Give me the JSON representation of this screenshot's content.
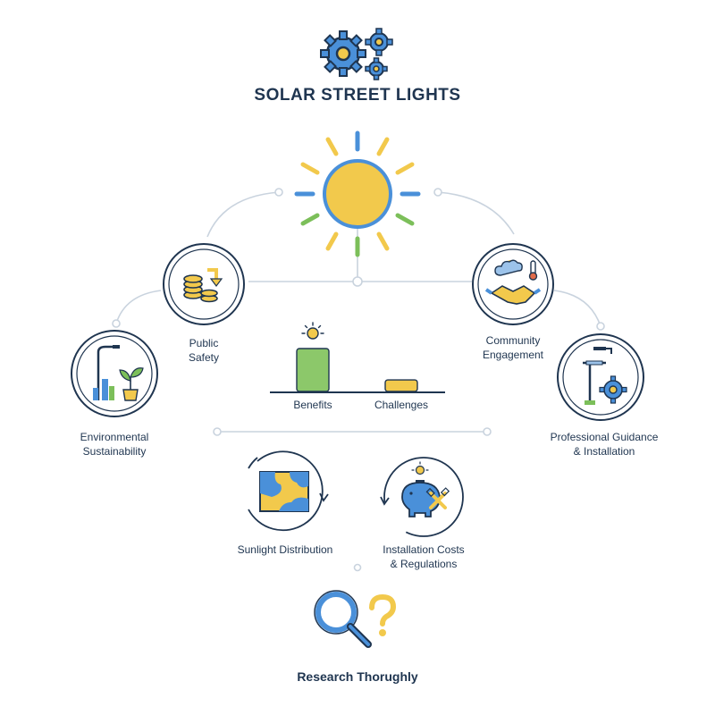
{
  "title": "SOLAR STREET LIGHTS",
  "nodes": {
    "public_safety": [
      "Public",
      "Safety"
    ],
    "community_engagement": [
      "Community",
      "Engagement"
    ],
    "environmental_sustainability": [
      "Environmental",
      "Sustainability"
    ],
    "professional_guidance": [
      "Professional Guidance",
      "& Installation"
    ],
    "sunlight_distribution": [
      "Sunlight Distribution"
    ],
    "installation_costs": [
      "Installation Costs",
      "& Regulations"
    ],
    "research": "Research Thorughly"
  },
  "bar_chart": {
    "categories": [
      "Benefits",
      "Challenges"
    ],
    "values": [
      1.0,
      0.27
    ],
    "colors": [
      "#8cc86a",
      "#f2c94c"
    ]
  },
  "colors": {
    "navy": "#1f3550",
    "blue": "#4a90d9",
    "yellow": "#f2c94c",
    "green": "#7cbf5a",
    "line": "#c9d3de"
  },
  "icons": [
    "gears-icon",
    "sun-icon",
    "coins-arrow-icon",
    "handshake-weather-icon",
    "streetlight-plant-icon",
    "streetlight-gear-icon",
    "map-cycle-icon",
    "piggybank-tools-icon",
    "magnifier-icon",
    "question-mark-icon"
  ]
}
